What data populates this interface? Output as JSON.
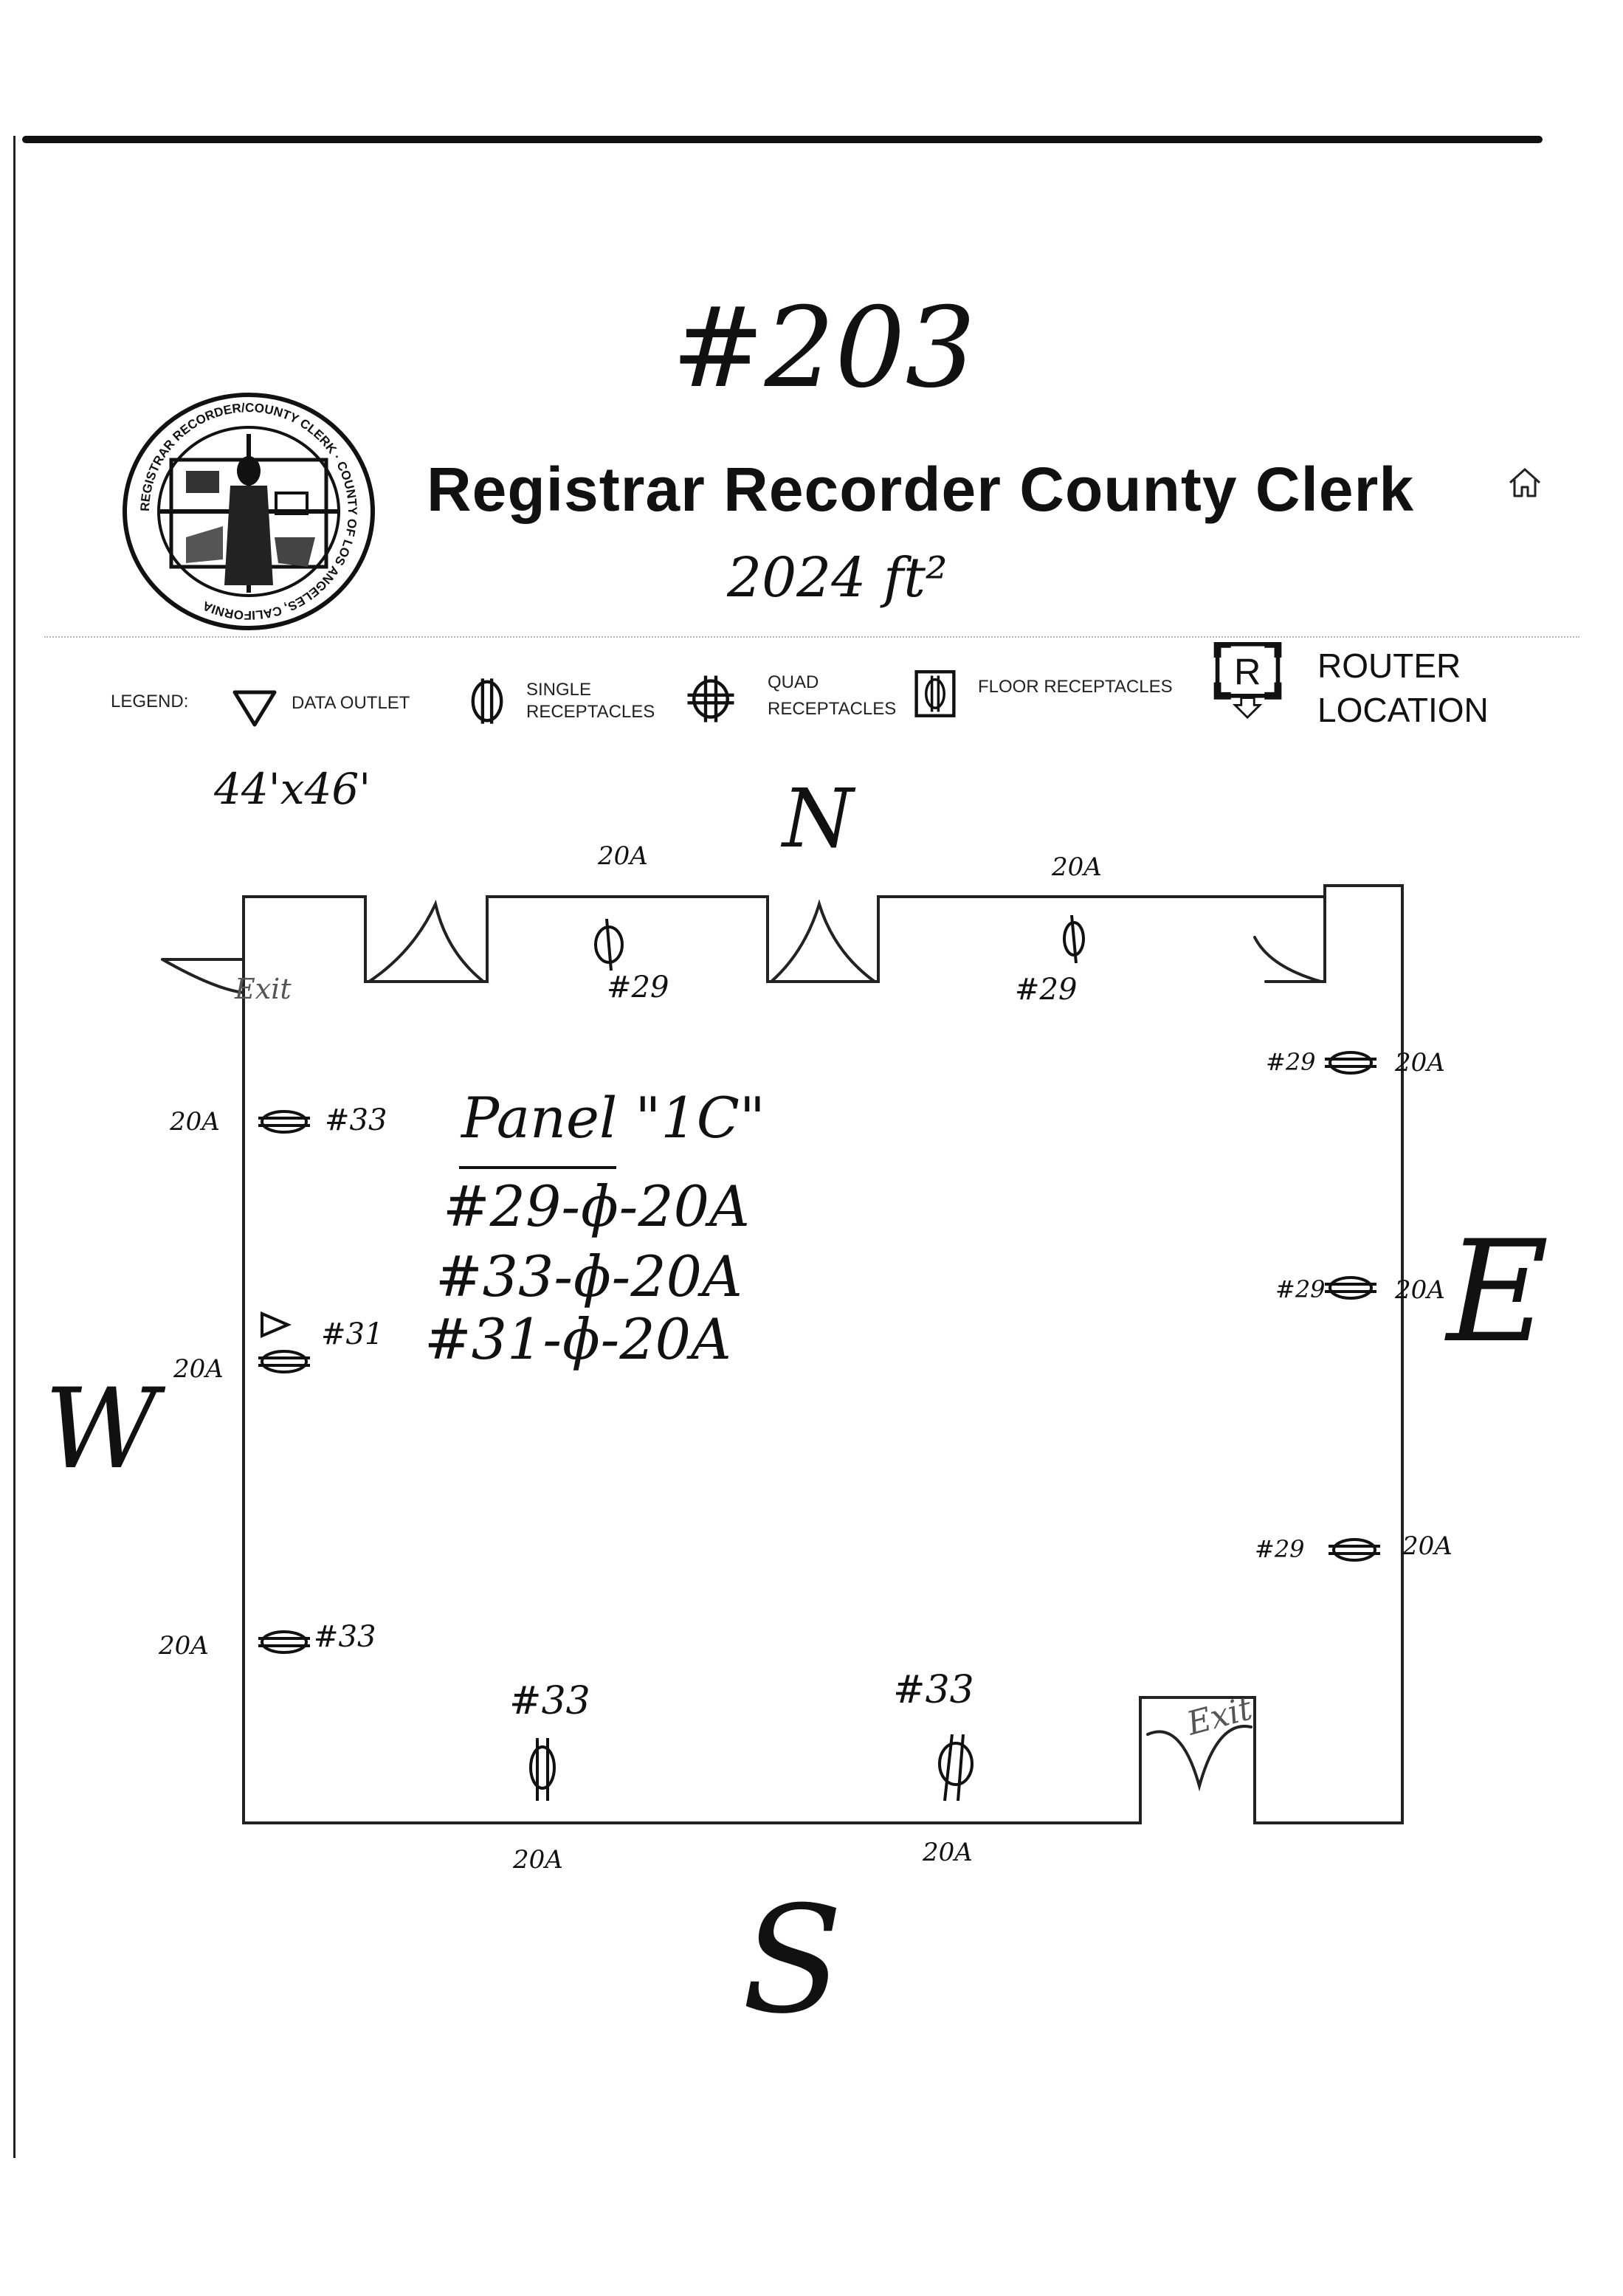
{
  "header": {
    "sheet_number": "#203",
    "title": "Registrar Recorder County Clerk",
    "area": "2024 ft²",
    "dimensions": "44'x46'"
  },
  "seal": {
    "ring_text": "REGISTRAR RECORDER/COUNTY CLERK · COUNTY OF LOS ANGELES, CALIFORNIA"
  },
  "legend": {
    "label": "LEGEND:",
    "data_outlet": "DATA OUTLET",
    "single_1": "SINGLE",
    "single_2": "RECEPTACLES",
    "quad_1": "QUAD",
    "quad_2": "RECEPTACLES",
    "floor": "FLOOR RECEPTACLES",
    "router_letter": "R",
    "router_1": "ROUTER",
    "router_2": "LOCATION"
  },
  "compass": {
    "north": "N",
    "south": "S",
    "east": "E",
    "west": "W"
  },
  "exits": {
    "northwest": "Exit",
    "southeast": "Exit"
  },
  "panel": {
    "title": "Panel \"1C\"",
    "lines": [
      "#29-ɸ-20A",
      "#33-ɸ-20A",
      "#31-ɸ-20A"
    ]
  },
  "outlets": {
    "north_1_amp": "20A",
    "north_1_circuit": "#29",
    "north_2_amp": "20A",
    "north_2_circuit": "#29",
    "west_1_amp": "20A",
    "west_1_circuit": "#33",
    "west_2_amp": "20A",
    "west_2_circuit": "#31",
    "west_3_amp": "20A",
    "west_3_circuit": "#33",
    "east_1_amp": "20A",
    "east_1_circuit": "#29",
    "east_2_amp": "20A",
    "east_2_circuit": "#29",
    "east_3_amp": "20A",
    "east_3_circuit": "#29",
    "south_1_amp": "20A",
    "south_1_circuit": "#33",
    "south_2_amp": "20A",
    "south_2_circuit": "#33"
  },
  "icons": [
    "home-icon",
    "county-seal",
    "data-outlet-icon",
    "single-receptacle-icon",
    "quad-receptacle-icon",
    "floor-receptacle-icon",
    "router-icon"
  ]
}
